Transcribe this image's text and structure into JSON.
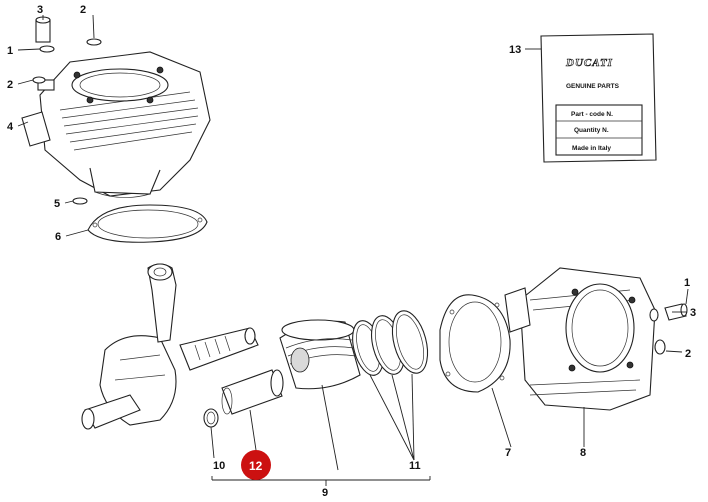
{
  "labels": {
    "c1": "1",
    "c2": "2",
    "c3": "3",
    "c4": "4",
    "c5": "5",
    "c6": "6",
    "c7": "7",
    "c8": "8",
    "c9": "9",
    "c10": "10",
    "c11": "11",
    "c12": "12",
    "c13": "13",
    "right1": "1",
    "right2": "2",
    "right3": "3"
  },
  "card": {
    "brand": "DUCATI",
    "title": "GENUINE PARTS",
    "part_code": "Part - code N.",
    "quantity": "Quantity N.",
    "made_in": "Made in Italy"
  },
  "highlight": {
    "label": "12",
    "color": "#cc1111"
  }
}
